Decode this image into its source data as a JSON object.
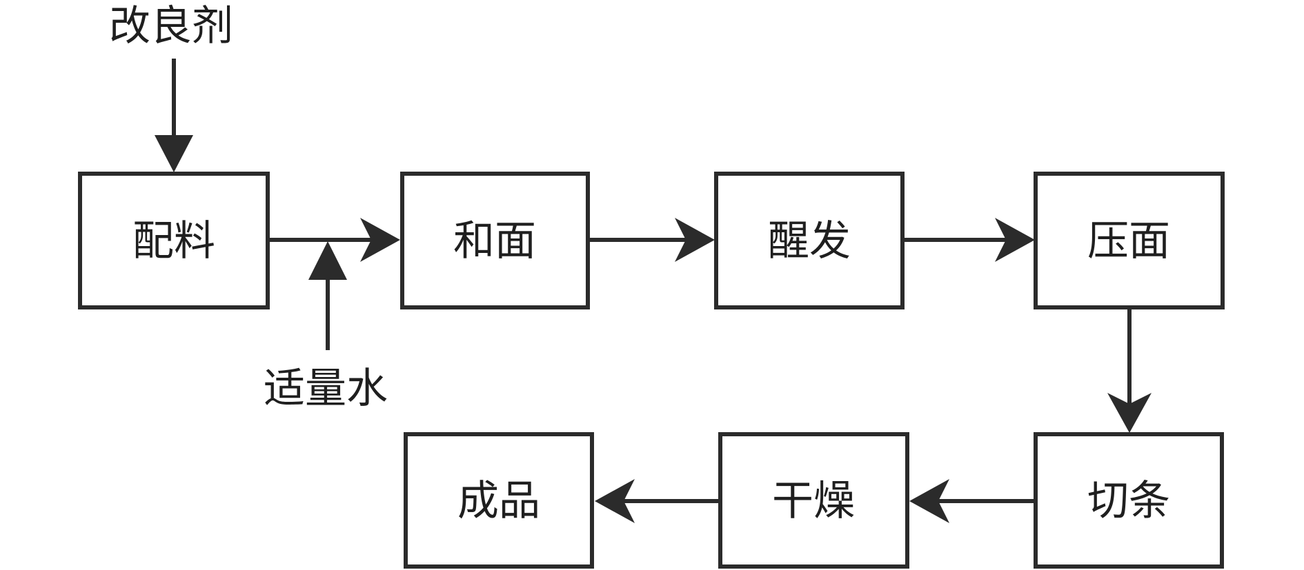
{
  "diagram": {
    "type": "flowchart",
    "background_color": "#ffffff",
    "line_color": "#2b2b2b",
    "text_color": "#1f1f1f",
    "nodes": [
      {
        "label": "配料"
      },
      {
        "label": "和面"
      },
      {
        "label": "醒发"
      },
      {
        "label": "压面"
      },
      {
        "label": "切条"
      },
      {
        "label": "干燥"
      },
      {
        "label": "成品"
      }
    ],
    "annotations": [
      {
        "label": "改良剂"
      },
      {
        "label": "适量水"
      }
    ],
    "edges": [
      {
        "from": "改良剂",
        "to": "配料"
      },
      {
        "from": "配料",
        "to": "和面"
      },
      {
        "from": "适量水",
        "to": "配料-和面连线"
      },
      {
        "from": "和面",
        "to": "醒发"
      },
      {
        "from": "醒发",
        "to": "压面"
      },
      {
        "from": "压面",
        "to": "切条"
      },
      {
        "from": "切条",
        "to": "干燥"
      },
      {
        "from": "干燥",
        "to": "成品"
      }
    ]
  }
}
